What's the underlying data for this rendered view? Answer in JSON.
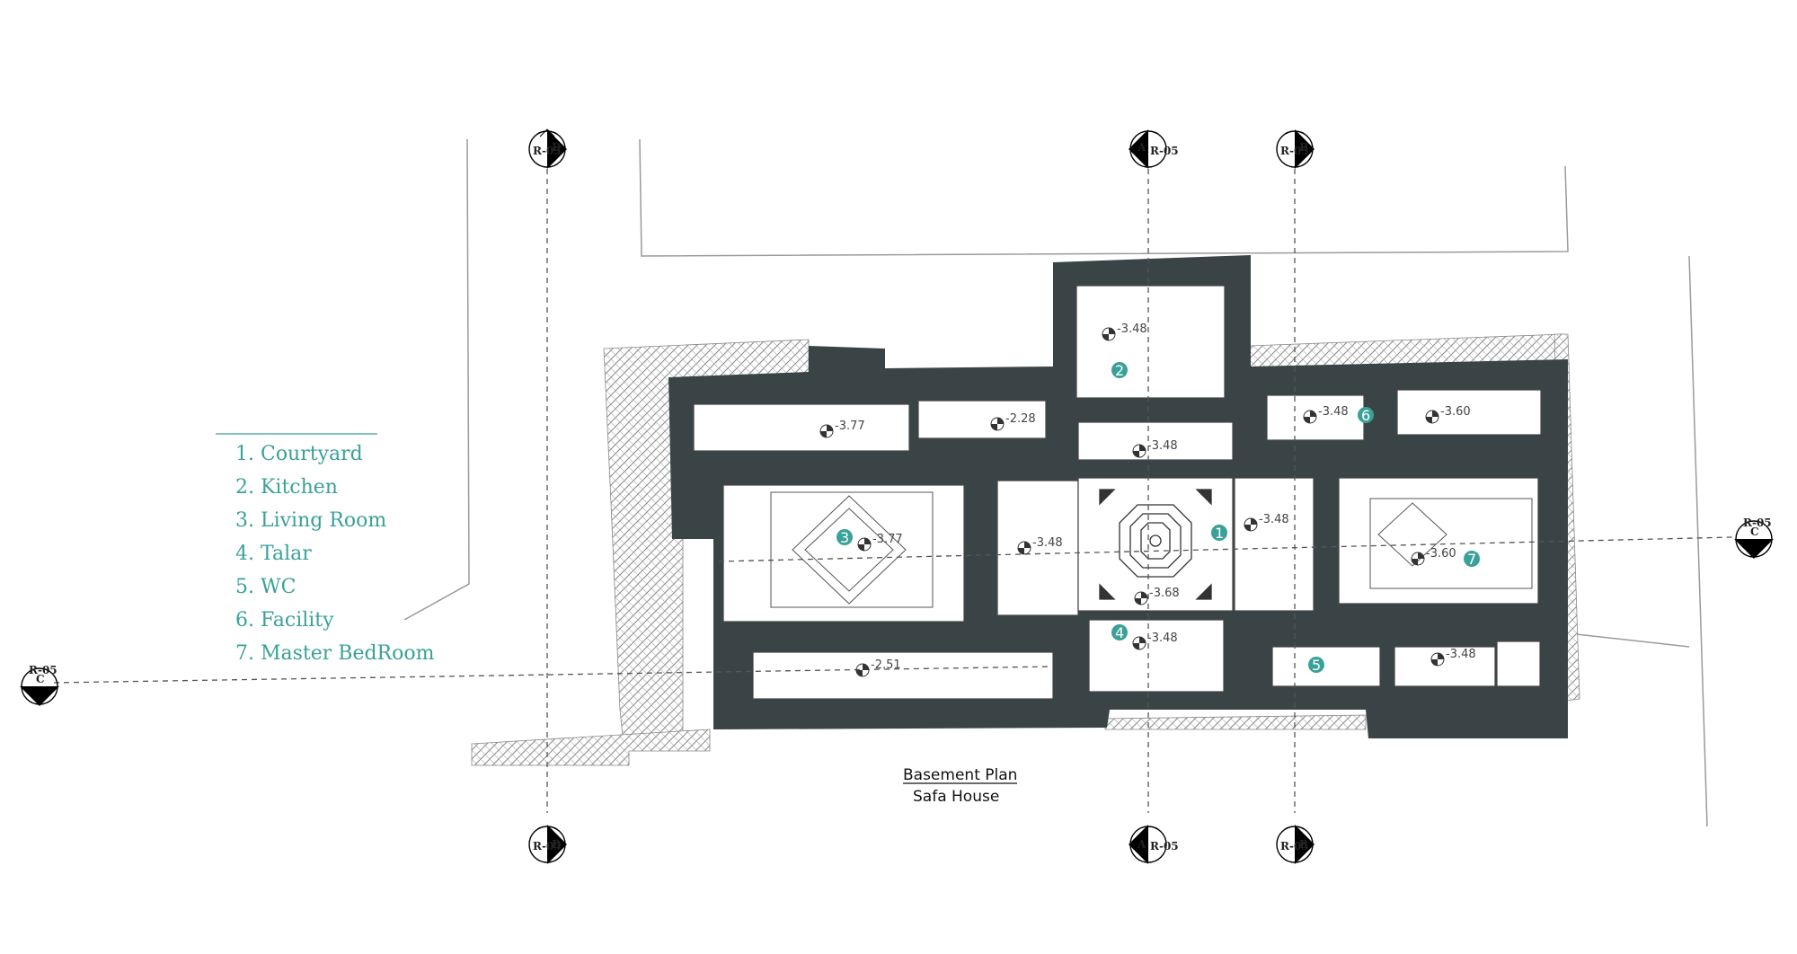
{
  "colors": {
    "wall": "#3a4446",
    "accent": "#3aa198",
    "hatch": "#9a9a9a",
    "line": "#555555"
  },
  "legend": {
    "items": [
      {
        "label": "1. Courtyard"
      },
      {
        "label": "2. Kitchen"
      },
      {
        "label": "3. Living Room"
      },
      {
        "label": "4. Talar"
      },
      {
        "label": "5. WC"
      },
      {
        "label": "6. Facility"
      },
      {
        "label": "7. Master BedRoom"
      }
    ]
  },
  "title": {
    "main": "Basement Plan",
    "sub": "Safa House"
  },
  "section_markers": {
    "letters": {
      "a": "A",
      "b": "B",
      "c": "C",
      "d": "D"
    },
    "sheet": "R-05"
  },
  "room_numbers": {
    "r1": "1",
    "r2": "2",
    "r3": "3",
    "r4": "4",
    "r5": "5",
    "r6": "6",
    "r7": "7"
  },
  "levels": {
    "kitchen": "-3.48",
    "upper_left": "-3.77",
    "stair_top": "-2.28",
    "living": "-3.77",
    "east_of_living": "-3.48",
    "porch": "-3.48",
    "courtyard_east": "-3.48",
    "courtyard": "-3.68",
    "talar": "-3.48",
    "lower_corridor": "-2.51",
    "facility": "-3.48",
    "upper_right": "-3.60",
    "bedroom": "-3.60",
    "wc_right": "-3.48"
  }
}
